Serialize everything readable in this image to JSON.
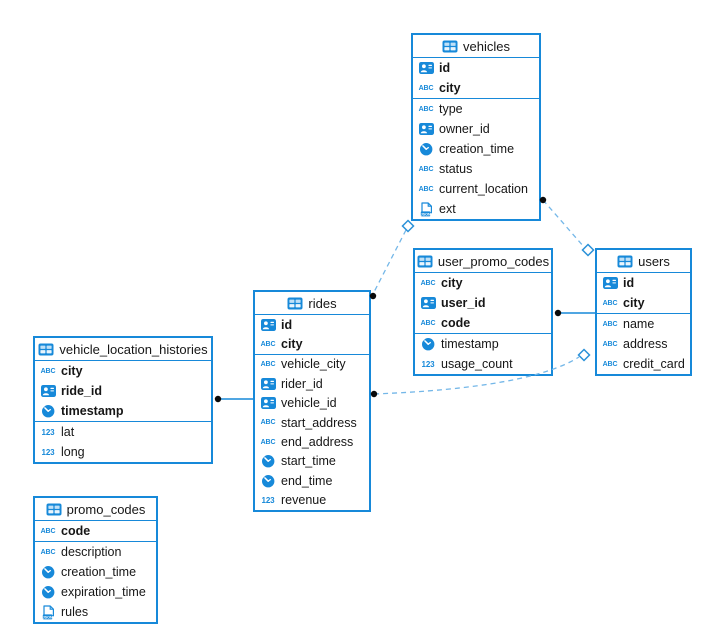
{
  "diagram": {
    "type": "entity-relationship-diagram",
    "colors": {
      "accent_blue": "#1789d9",
      "dashed_line_blue": "#74b7e8",
      "connector_dot": "#0a0a0a",
      "background": "#ffffff",
      "text": "#161616"
    }
  },
  "tables": [
    {
      "title": "vehicles",
      "header_icon": "table-icon",
      "pk_columns": [
        {
          "name": "id",
          "icon": "id-icon"
        },
        {
          "name": "city",
          "icon": "text-icon"
        }
      ],
      "columns": [
        {
          "name": "type",
          "icon": "text-icon"
        },
        {
          "name": "owner_id",
          "icon": "id-icon"
        },
        {
          "name": "creation_time",
          "icon": "time-icon"
        },
        {
          "name": "status",
          "icon": "text-icon"
        },
        {
          "name": "current_location",
          "icon": "text-icon"
        },
        {
          "name": "ext",
          "icon": "json-icon"
        }
      ]
    },
    {
      "title": "user_promo_codes",
      "header_icon": "table-icon",
      "pk_columns": [
        {
          "name": "city",
          "icon": "text-icon"
        },
        {
          "name": "user_id",
          "icon": "id-icon"
        },
        {
          "name": "code",
          "icon": "text-icon"
        }
      ],
      "columns": [
        {
          "name": "timestamp",
          "icon": "time-icon"
        },
        {
          "name": "usage_count",
          "icon": "number-icon"
        }
      ]
    },
    {
      "title": "users",
      "header_icon": "table-icon",
      "pk_columns": [
        {
          "name": "id",
          "icon": "id-icon"
        },
        {
          "name": "city",
          "icon": "text-icon"
        }
      ],
      "columns": [
        {
          "name": "name",
          "icon": "text-icon"
        },
        {
          "name": "address",
          "icon": "text-icon"
        },
        {
          "name": "credit_card",
          "icon": "text-icon"
        }
      ]
    },
    {
      "title": "rides",
      "header_icon": "table-icon",
      "pk_columns": [
        {
          "name": "id",
          "icon": "id-icon"
        },
        {
          "name": "city",
          "icon": "text-icon"
        }
      ],
      "columns": [
        {
          "name": "vehicle_city",
          "icon": "text-icon"
        },
        {
          "name": "rider_id",
          "icon": "id-icon"
        },
        {
          "name": "vehicle_id",
          "icon": "id-icon"
        },
        {
          "name": "start_address",
          "icon": "text-icon"
        },
        {
          "name": "end_address",
          "icon": "text-icon"
        },
        {
          "name": "start_time",
          "icon": "time-icon"
        },
        {
          "name": "end_time",
          "icon": "time-icon"
        },
        {
          "name": "revenue",
          "icon": "number-icon"
        }
      ]
    },
    {
      "title": "vehicle_location_histories",
      "header_icon": "table-icon",
      "pk_columns": [
        {
          "name": "city",
          "icon": "text-icon"
        },
        {
          "name": "ride_id",
          "icon": "id-icon"
        },
        {
          "name": "timestamp",
          "icon": "time-icon"
        }
      ],
      "columns": [
        {
          "name": "lat",
          "icon": "number-icon"
        },
        {
          "name": "long",
          "icon": "number-icon"
        }
      ]
    },
    {
      "title": "promo_codes",
      "header_icon": "table-icon",
      "pk_columns": [
        {
          "name": "code",
          "icon": "text-icon"
        }
      ],
      "columns": [
        {
          "name": "description",
          "icon": "text-icon"
        },
        {
          "name": "creation_time",
          "icon": "time-icon"
        },
        {
          "name": "expiration_time",
          "icon": "time-icon"
        },
        {
          "name": "rules",
          "icon": "json-icon"
        }
      ]
    }
  ],
  "relationships": [
    {
      "from": "rides",
      "to": "vehicles",
      "style": "dashed",
      "from_marker": "dot",
      "to_marker": "diamond"
    },
    {
      "from": "vehicles",
      "to": "users",
      "style": "dashed",
      "from_marker": "dot",
      "to_marker": "diamond"
    },
    {
      "from": "user_promo_codes",
      "to": "users",
      "style": "solid",
      "from_marker": "dot",
      "to_marker": "none"
    },
    {
      "from": "rides",
      "to": "users",
      "style": "dashed",
      "from_marker": "dot",
      "to_marker": "diamond"
    },
    {
      "from": "vehicle_location_histories",
      "to": "rides",
      "style": "solid",
      "from_marker": "dot",
      "to_marker": "none"
    }
  ]
}
